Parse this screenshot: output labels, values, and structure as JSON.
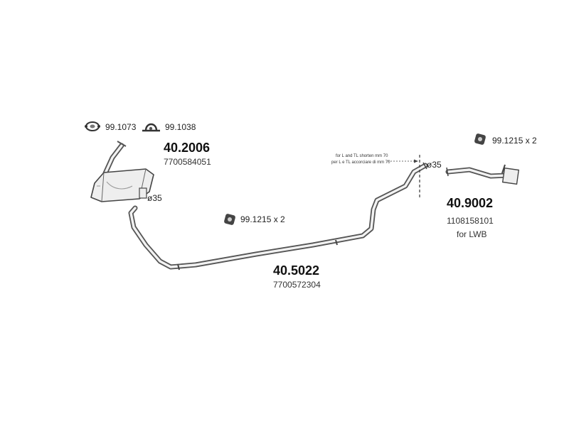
{
  "parts": {
    "muffler": {
      "number": "40.2006",
      "oem": "7700584051",
      "diameter": "ø35"
    },
    "center_pipe": {
      "number": "40.5022",
      "oem": "7700572304",
      "diameter": "ø35"
    },
    "rear_pipe": {
      "number": "40.9002",
      "oem": "1108158101",
      "note": "for LWB"
    }
  },
  "hardware": {
    "gasket": {
      "code": "99.1073",
      "icon": "gasket-icon"
    },
    "clamp": {
      "code": "99.1038",
      "icon": "clamp-icon"
    },
    "mount_center": {
      "code": "99.1215 x 2",
      "icon": "rubber-mount-icon"
    },
    "mount_rear": {
      "code": "99.1215 x 2",
      "icon": "rubber-mount-icon"
    }
  },
  "cut_note": {
    "line1": "for L and TL shorten mm 70",
    "line2": "per L e TL accorciare di mm 70"
  },
  "colors": {
    "line": "#555555",
    "fill": "#f2f2f2",
    "text": "#222222"
  }
}
